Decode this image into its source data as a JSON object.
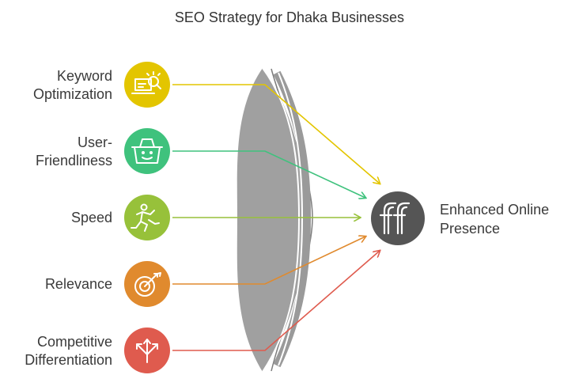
{
  "title": "SEO Strategy for Dhaka Businesses",
  "inputs": [
    {
      "lines": [
        "Keyword",
        "Optimization"
      ],
      "color": "#e3c500",
      "icon": "laptop-search-icon"
    },
    {
      "lines": [
        "User-",
        "Friendliness"
      ],
      "color": "#3fc27d",
      "icon": "smiling-basket-icon"
    },
    {
      "lines": [
        "Speed"
      ],
      "color": "#97c13a",
      "icon": "running-person-icon"
    },
    {
      "lines": [
        "Relevance"
      ],
      "color": "#e08a2e",
      "icon": "target-arrow-icon"
    },
    {
      "lines": [
        "Competitive",
        "Differentiation"
      ],
      "color": "#df5b4e",
      "icon": "diverging-arrows-icon"
    }
  ],
  "output": {
    "lines": [
      "Enhanced Online",
      "Presence"
    ],
    "color": "#555555",
    "icon": "ff-logo-icon"
  },
  "lens_color": "#a0a0a0"
}
